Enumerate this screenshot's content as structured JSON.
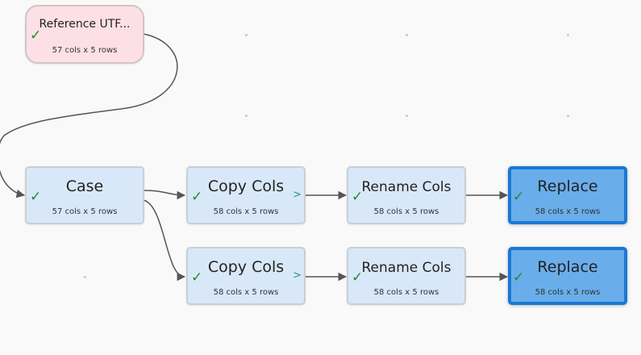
{
  "icons": {
    "status": "checkmark-icon",
    "expand": "chevron-right-icon"
  },
  "colors": {
    "node_fill": "#d9e8f8",
    "source_fill": "#fde0e6",
    "selected_fill": "#69aeea",
    "selected_border": "#1a78d4",
    "check": "#1e8a2e",
    "edge": "#555555"
  },
  "nodes": {
    "source": {
      "title": "Reference UTF...",
      "status": "✓",
      "rows": "57 cols x 5 rows"
    },
    "case": {
      "title": "Case",
      "status": "✓",
      "rows": "57 cols x 5 rows"
    },
    "copy1": {
      "title": "Copy Cols",
      "status": "✓",
      "chevron": ">",
      "rows": "58 cols x 5 rows"
    },
    "rename1": {
      "title": "Rename Cols",
      "status": "✓",
      "rows": "58 cols x 5 rows"
    },
    "replace1": {
      "title": "Replace",
      "status": "✓",
      "rows": "58 cols x 5 rows",
      "selected": true
    },
    "copy2": {
      "title": "Copy Cols",
      "status": "✓",
      "chevron": ">",
      "rows": "58 cols x 5 rows"
    },
    "rename2": {
      "title": "Rename Cols",
      "status": "✓",
      "rows": "58 cols x 5 rows"
    },
    "replace2": {
      "title": "Replace",
      "status": "✓",
      "rows": "58 cols x 5 rows",
      "selected": true
    }
  },
  "edges": [
    {
      "from": "source",
      "to": "case"
    },
    {
      "from": "case",
      "to": "copy1"
    },
    {
      "from": "case",
      "to": "copy2"
    },
    {
      "from": "copy1",
      "to": "rename1"
    },
    {
      "from": "rename1",
      "to": "replace1"
    },
    {
      "from": "copy2",
      "to": "rename2"
    },
    {
      "from": "rename2",
      "to": "replace2"
    }
  ]
}
